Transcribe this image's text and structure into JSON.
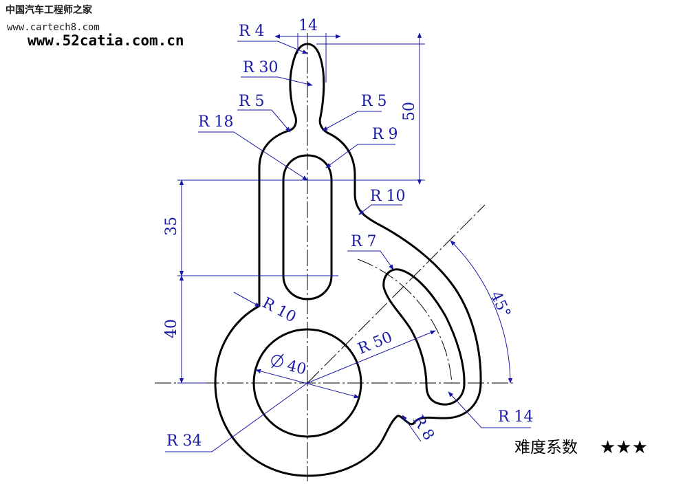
{
  "watermark": {
    "cn_title": "中国汽车工程师之家",
    "url_small": "www.cartech8.com",
    "url_big": "www.52catia.com.cn"
  },
  "dimensions": {
    "r4": "R 4",
    "w14": "14",
    "r30": "R 30",
    "r5_left": "R 5",
    "r5_right": "R 5",
    "h50": "50",
    "r18": "R 18",
    "r9": "R 9",
    "r10_upper": "R 10",
    "h35": "35",
    "r7": "R 7",
    "angle45": "45°",
    "r10_lower": "R 10",
    "h40": "40",
    "d40": "40",
    "r50": "R 50",
    "r34": "R 34",
    "r8": "R 8",
    "r14": "R 14"
  },
  "footer": {
    "difficulty_label": "难度系数",
    "stars": "★★★"
  },
  "colors": {
    "outline": "#000000",
    "dimension": "#1a1aa8",
    "background": "#ffffff"
  }
}
